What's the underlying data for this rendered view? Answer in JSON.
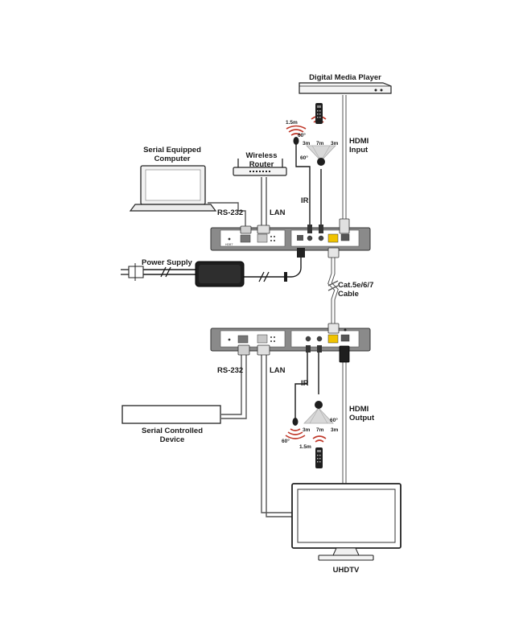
{
  "labels": {
    "digital_media_player": "Digital Media Player",
    "serial_equipped_computer_1": "Serial Equipped",
    "serial_equipped_computer_2": "Computer",
    "wireless_router_1": "Wireless",
    "wireless_router_2": "Router",
    "rs232_top": "RS-232",
    "lan_top": "LAN",
    "ir_top": "IR",
    "hdmi_input_1": "HDMI",
    "hdmi_input_2": "Input",
    "power_supply": "Power Supply",
    "cat_cable_1": "Cat.5e/6/7",
    "cat_cable_2": "Cable",
    "rs232_bottom": "RS-232",
    "lan_bottom": "LAN",
    "ir_bottom": "IR",
    "hdmi_output_1": "HDMI",
    "hdmi_output_2": "Output",
    "serial_controlled_device_1": "Serial Controlled",
    "serial_controlled_device_2": "Device",
    "uhdtv": "UHDTV"
  },
  "ir_top": {
    "emitter_distance": "1.5m",
    "emitter_angle": "60°",
    "sensor_left": "3m",
    "sensor_center": "7m",
    "sensor_right": "3m",
    "sensor_angle": "60°"
  },
  "ir_bottom": {
    "emitter_distance": "1.5m",
    "emitter_angle": "60°",
    "sensor_left": "3m",
    "sensor_center": "7m",
    "sensor_right": "3m",
    "sensor_angle": "60°"
  }
}
